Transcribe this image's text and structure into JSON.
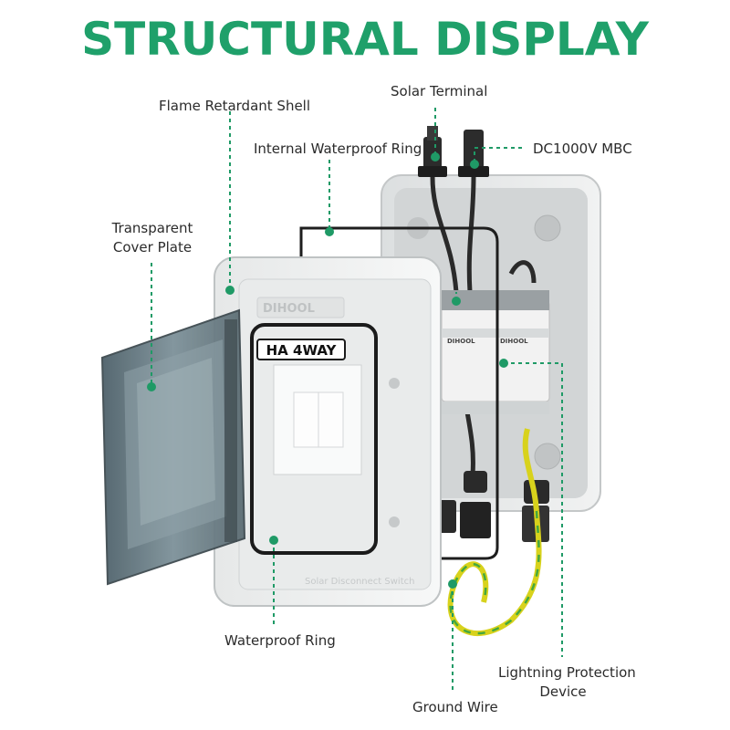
{
  "title": "STRUCTURAL DISPLAY",
  "labels": {
    "flame_shell": "Flame Retardant Shell",
    "solar_terminal": "Solar Terminal",
    "waterproof_ring_internal": "Internal Waterproof Ring",
    "mbc": "DC1000V MBC",
    "cover_plate_line1": "Transparent",
    "cover_plate_line2": "Cover Plate",
    "waterproof_ring": "Waterproof Ring",
    "lightning_line1": "Lightning Protection",
    "lightning_line2": "Device",
    "ground_wire": "Ground Wire"
  },
  "product": {
    "brand": "DIHOOL",
    "model_label": "HA 4WAY",
    "bottom_text": "Solar Disconnect Switch",
    "spd_brand": "DIHOOL"
  },
  "colors": {
    "accent": "#1fa06a",
    "leader_dot": "#1f9a66",
    "label_text": "#2b2b2b",
    "cover_tint": "#5d7078",
    "shell_white": "#f3f4f4",
    "ground_yellow": "#d8d21c",
    "ground_green": "#45a83d"
  }
}
